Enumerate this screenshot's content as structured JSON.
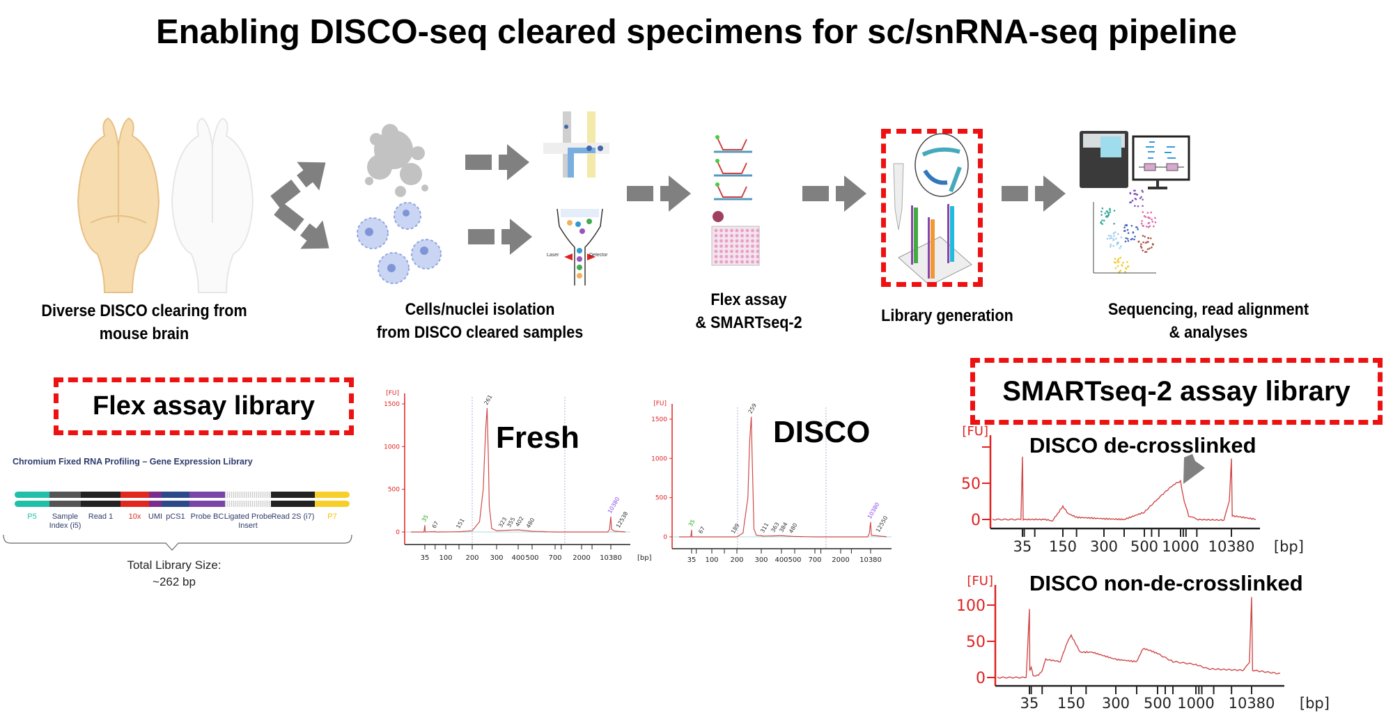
{
  "title": "Enabling DISCO-seq cleared specimens for sc/snRNA-seq pipeline",
  "colors": {
    "accent_red": "#ee1111",
    "arrow_gray": "#808080",
    "trace_red": "#d04040",
    "axis_red": "#e02020"
  },
  "pipeline": {
    "steps": [
      {
        "line1": "Diverse DISCO clearing from",
        "line2": "mouse brain",
        "icon": "mouse-brain-icon"
      },
      {
        "line1": "Cells/nuclei isolation",
        "line2": "from DISCO cleared samples",
        "icon": "cells-nuclei-icon"
      },
      {
        "line1": "Flex assay",
        "line2": "& SMARTseq-2",
        "icon": "probe-plate-icon"
      },
      {
        "line1": "Library generation",
        "line2": "",
        "icon": "library-tube-icon",
        "highlighted": true
      },
      {
        "line1": "Sequencing, read alignment",
        "line2": "& analyses",
        "icon": "sequencer-tsne-icon"
      }
    ],
    "facs_labels": {
      "laser": "Laser",
      "detector": "Detector"
    }
  },
  "flex_panel": {
    "box_label": "Flex assay library",
    "diagram_title": "Chromium Fixed RNA Profiling – Gene Expression Library",
    "segments": [
      {
        "label": "P5",
        "color": "#1fbfa8",
        "label_color": "#1fbfa8"
      },
      {
        "label": "Sample Index (i5)",
        "color": "#555555",
        "label_color": "#2d3b6b"
      },
      {
        "label": "Read 1",
        "color": "#222222",
        "label_color": "#2d3b6b"
      },
      {
        "label": "10x",
        "color": "#e0281e",
        "label_color": "#e0281e"
      },
      {
        "label": "UMI",
        "color": "#7a2d8a",
        "label_color": "#2d3b6b"
      },
      {
        "label": "pCS1",
        "color": "#2c4a8a",
        "label_color": "#2d3b6b"
      },
      {
        "label": "Probe BC",
        "color": "#7a44a8",
        "label_color": "#2d3b6b"
      },
      {
        "label": "Ligated Probe Insert",
        "color": "#dddddd",
        "label_color": "#2d3b6b"
      },
      {
        "label": "Read 2S (i7)",
        "color": "#222222",
        "label_color": "#2d3b6b"
      },
      {
        "label": "P7",
        "color": "#f7cf2a",
        "label_color": "#f7c000"
      }
    ],
    "total_label": "Total Library Size:",
    "total_value": "~262 bp"
  },
  "smart_panel": {
    "box_label": "SMARTseq-2 assay library"
  },
  "chart_data": [
    {
      "id": "fresh",
      "type": "line",
      "title": "Fresh",
      "ylabel": "[FU]",
      "xunit": "[bp]",
      "yticks": [
        0,
        500,
        1000,
        1500
      ],
      "ylim": [
        -100,
        1600
      ],
      "xticks": [
        "35",
        "100",
        "200",
        "300",
        "400",
        "500",
        "700",
        "2000",
        "10380"
      ],
      "peak_labels": [
        {
          "bp": 35,
          "text": "35",
          "color": "#22aa22"
        },
        {
          "bp": 67,
          "text": "67",
          "color": "#333"
        },
        {
          "bp": 151,
          "text": "151",
          "color": "#333"
        },
        {
          "bp": 261,
          "text": "261",
          "color": "#333"
        },
        {
          "bp": 323,
          "text": "323",
          "color": "#333"
        },
        {
          "bp": 355,
          "text": "355",
          "color": "#333"
        },
        {
          "bp": 402,
          "text": "402",
          "color": "#333"
        },
        {
          "bp": 480,
          "text": "480",
          "color": "#333"
        },
        {
          "bp": 10380,
          "text": "10380",
          "color": "#8844ee"
        },
        {
          "bp": 12538,
          "text": "12538",
          "color": "#333"
        }
      ],
      "trace": [
        [
          20,
          0
        ],
        [
          34,
          0
        ],
        [
          35,
          80
        ],
        [
          36,
          0
        ],
        [
          67,
          5
        ],
        [
          68,
          0
        ],
        [
          151,
          3
        ],
        [
          200,
          15
        ],
        [
          230,
          120
        ],
        [
          245,
          500
        ],
        [
          255,
          1200
        ],
        [
          261,
          1450
        ],
        [
          266,
          900
        ],
        [
          270,
          300
        ],
        [
          280,
          40
        ],
        [
          300,
          15
        ],
        [
          400,
          25
        ],
        [
          500,
          8
        ],
        [
          700,
          0
        ],
        [
          2000,
          0
        ],
        [
          9500,
          0
        ],
        [
          10000,
          30
        ],
        [
          10380,
          180
        ],
        [
          10800,
          30
        ],
        [
          12538,
          10
        ],
        [
          20000,
          0
        ]
      ]
    },
    {
      "id": "disco",
      "type": "line",
      "title": "DISCO",
      "ylabel": "[FU]",
      "xunit": "",
      "yticks": [
        0,
        500,
        1000,
        1500
      ],
      "ylim": [
        -100,
        1650
      ],
      "xticks": [
        "35",
        "100",
        "200",
        "300",
        "400",
        "500",
        "700",
        "2000",
        "10380"
      ],
      "peak_labels": [
        {
          "bp": 35,
          "text": "35",
          "color": "#22aa22"
        },
        {
          "bp": 67,
          "text": "67",
          "color": "#333"
        },
        {
          "bp": 189,
          "text": "189",
          "color": "#333"
        },
        {
          "bp": 259,
          "text": "259",
          "color": "#333"
        },
        {
          "bp": 311,
          "text": "311",
          "color": "#333"
        },
        {
          "bp": 363,
          "text": "363",
          "color": "#333"
        },
        {
          "bp": 384,
          "text": "384",
          "color": "#333"
        },
        {
          "bp": 480,
          "text": "480",
          "color": "#333"
        },
        {
          "bp": 10380,
          "text": "10380",
          "color": "#8844ee"
        },
        {
          "bp": 12550,
          "text": "12550",
          "color": "#333"
        }
      ],
      "trace": [
        [
          20,
          0
        ],
        [
          34,
          0
        ],
        [
          35,
          90
        ],
        [
          36,
          0
        ],
        [
          200,
          0
        ],
        [
          225,
          50
        ],
        [
          245,
          500
        ],
        [
          252,
          1200
        ],
        [
          259,
          1530
        ],
        [
          262,
          1100
        ],
        [
          266,
          600
        ],
        [
          270,
          100
        ],
        [
          280,
          20
        ],
        [
          311,
          10
        ],
        [
          400,
          15
        ],
        [
          500,
          5
        ],
        [
          700,
          0
        ],
        [
          9500,
          0
        ],
        [
          10000,
          40
        ],
        [
          10380,
          190
        ],
        [
          10800,
          20
        ],
        [
          20000,
          0
        ]
      ]
    },
    {
      "id": "de-crosslinked",
      "type": "line",
      "title": "DISCO de-crosslinked",
      "ylabel": "[FU]",
      "xunit": "[bp]",
      "yticks": [
        0,
        50
      ],
      "ylim": [
        -10,
        110
      ],
      "xticks": [
        "35",
        "150",
        "300",
        "500",
        "1000",
        "10380"
      ],
      "trace": [
        [
          15,
          0
        ],
        [
          34,
          0
        ],
        [
          35,
          87
        ],
        [
          36,
          45
        ],
        [
          37,
          0
        ],
        [
          100,
          0
        ],
        [
          120,
          -2
        ],
        [
          135,
          8
        ],
        [
          150,
          18
        ],
        [
          170,
          8
        ],
        [
          200,
          3
        ],
        [
          300,
          1
        ],
        [
          400,
          0
        ],
        [
          500,
          10
        ],
        [
          700,
          30
        ],
        [
          900,
          48
        ],
        [
          1000,
          53
        ],
        [
          1200,
          42
        ],
        [
          1700,
          25
        ],
        [
          2500,
          5
        ],
        [
          4000,
          0
        ],
        [
          9000,
          -1
        ],
        [
          10000,
          25
        ],
        [
          10380,
          85
        ],
        [
          10700,
          5
        ],
        [
          20000,
          0
        ]
      ]
    },
    {
      "id": "non-de-crosslinked",
      "type": "line",
      "title": "DISCO non-de-crosslinked",
      "ylabel": "[FU]",
      "xunit": "[bp]",
      "yticks": [
        0,
        50,
        100
      ],
      "ylim": [
        -10,
        120
      ],
      "xticks": [
        "35",
        "150",
        "300",
        "500",
        "1000",
        "10380"
      ],
      "trace": [
        [
          15,
          0
        ],
        [
          33,
          0
        ],
        [
          35,
          95
        ],
        [
          36,
          10
        ],
        [
          40,
          15
        ],
        [
          45,
          2
        ],
        [
          60,
          3
        ],
        [
          70,
          10
        ],
        [
          80,
          25
        ],
        [
          120,
          22
        ],
        [
          140,
          50
        ],
        [
          150,
          58
        ],
        [
          180,
          35
        ],
        [
          220,
          35
        ],
        [
          300,
          25
        ],
        [
          400,
          22
        ],
        [
          430,
          40
        ],
        [
          460,
          38
        ],
        [
          500,
          33
        ],
        [
          700,
          22
        ],
        [
          1000,
          18
        ],
        [
          3000,
          12
        ],
        [
          9000,
          10
        ],
        [
          10000,
          20
        ],
        [
          10380,
          112
        ],
        [
          10700,
          10
        ],
        [
          20000,
          5
        ]
      ]
    }
  ]
}
